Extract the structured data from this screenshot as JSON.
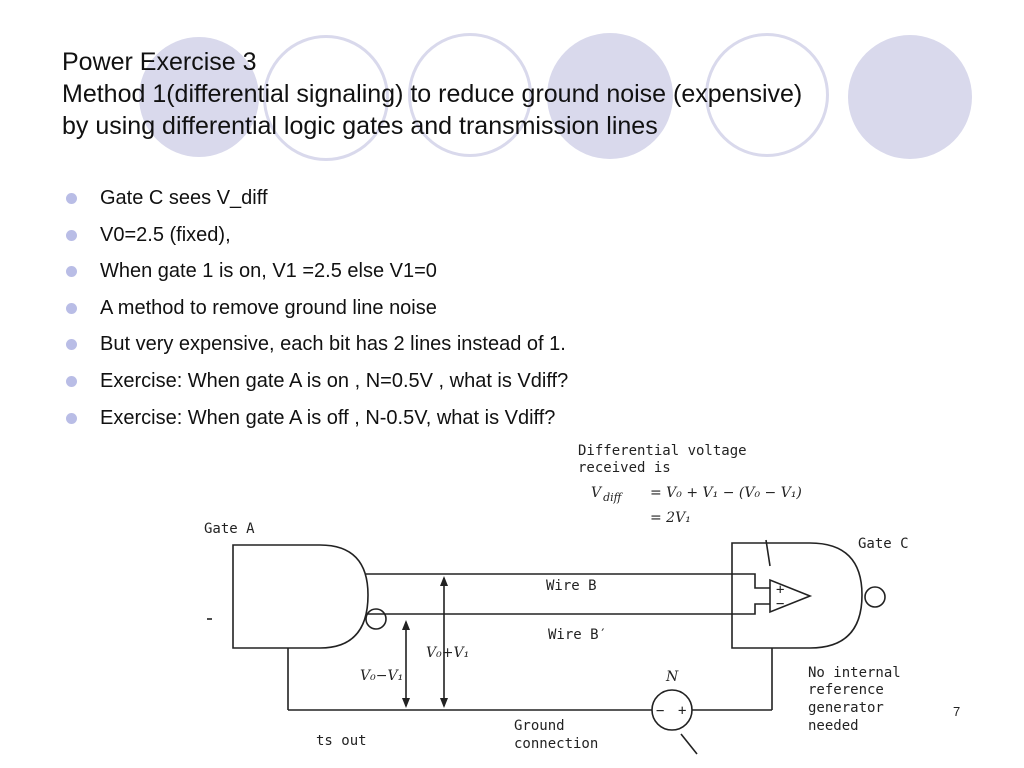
{
  "slide": {
    "title_lines": [
      "Power Exercise 3",
      "Method 1(differential signaling)  to reduce ground noise (expensive)",
      "by using differential logic gates and transmission lines"
    ],
    "bullets": [
      "Gate C sees V_diff",
      "V0=2.5 (fixed),",
      "When gate 1 is on, V1 =2.5 else V1=0",
      "A method to remove ground line noise",
      "But very expensive, each bit has 2 lines instead of 1.",
      "Exercise: When gate A is on , N=0.5V , what is Vdiff?",
      "Exercise: When gate A is off , N-0.5V, what is Vdiff?"
    ],
    "page_number": "7",
    "colors": {
      "decor_circle": "#d9d9ec",
      "bullet": "#b9bde6"
    }
  },
  "figure": {
    "caption_line1": "Differential voltage",
    "caption_line2": "received is",
    "eq_lhs": "V",
    "eq_lhs_sub": "diff",
    "eq_rhs1": "=  V₀  +  V₁  −  (V₀  −  V₁)",
    "eq_rhs2": "=  2V₁",
    "gate_a": "Gate A",
    "gate_c": "Gate C",
    "wire_b": "Wire B",
    "wire_b_prime": "Wire B′",
    "v_sum": "V₀+V₁",
    "v_diff": "V₀−V₁",
    "n_label": "N",
    "source_minus": "−",
    "source_plus": "+",
    "amp_plus": "+",
    "amp_minus": "−",
    "note_line1": "No internal",
    "note_line2": "reference",
    "note_line3": "generator",
    "note_line4": "needed",
    "ground_line1": "Ground",
    "ground_line2": "connection",
    "cut_text": "ts out"
  }
}
